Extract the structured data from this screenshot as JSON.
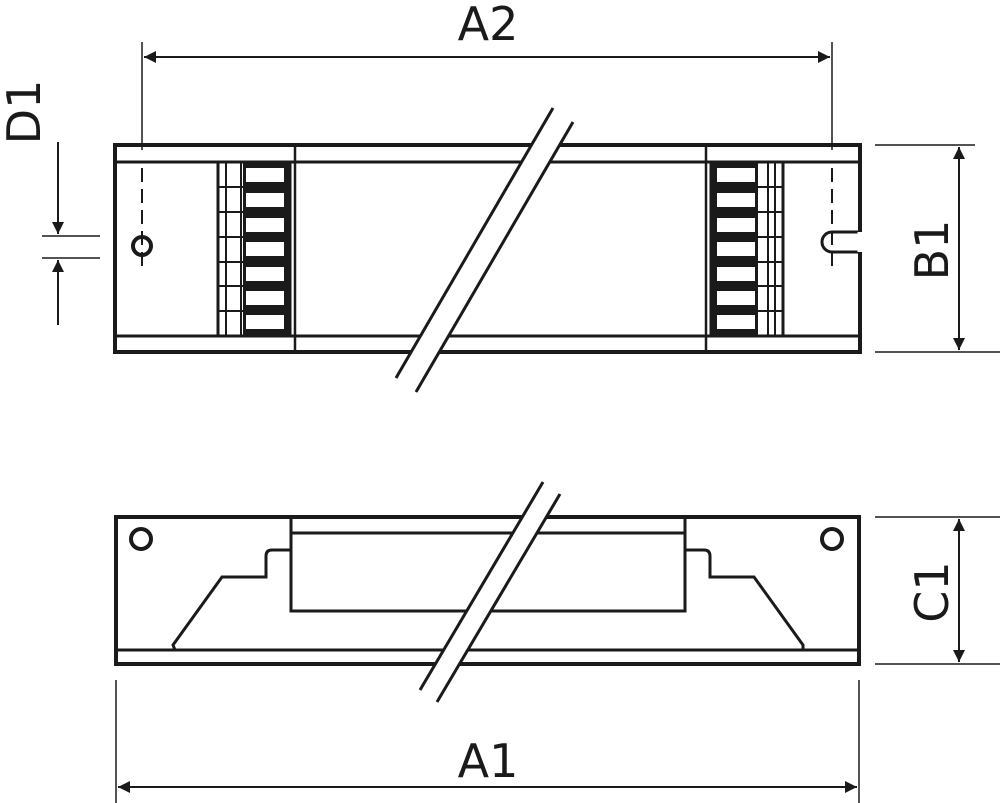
{
  "diagram": {
    "type": "technical-dimension-drawing",
    "subject": "Electronic ballast / driver housing, top view and side view",
    "line_color": "#1a1a1a",
    "background": "#ffffff",
    "views": [
      {
        "name": "top-view",
        "terminal_blocks": 2,
        "terminals_per_block": 7
      },
      {
        "name": "side-view",
        "mounting_holes": 2
      }
    ],
    "dimensions": {
      "A2": {
        "label": "A2",
        "meaning": "mounting hole distance",
        "orientation": "horizontal"
      },
      "A1": {
        "label": "A1",
        "meaning": "overall length",
        "orientation": "horizontal"
      },
      "B1": {
        "label": "B1",
        "meaning": "width",
        "orientation": "vertical"
      },
      "C1": {
        "label": "C1",
        "meaning": "height",
        "orientation": "vertical"
      },
      "D1": {
        "label": "D1",
        "meaning": "mounting hole diameter",
        "orientation": "vertical"
      }
    }
  }
}
